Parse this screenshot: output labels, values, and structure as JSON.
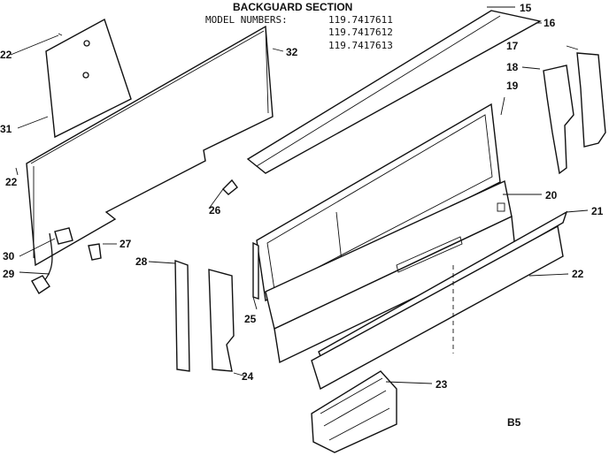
{
  "header": {
    "title": "BACKGUARD SECTION",
    "model_label": "MODEL NUMBERS:",
    "models": [
      "119.7417611",
      "119.7417612",
      "119.7417613"
    ]
  },
  "callouts": [
    "15",
    "16",
    "17",
    "18",
    "19",
    "20",
    "21",
    "22",
    "22",
    "22",
    "23",
    "24",
    "25",
    "26",
    "27",
    "28",
    "29",
    "30",
    "31",
    "32"
  ],
  "page_code": "B5"
}
